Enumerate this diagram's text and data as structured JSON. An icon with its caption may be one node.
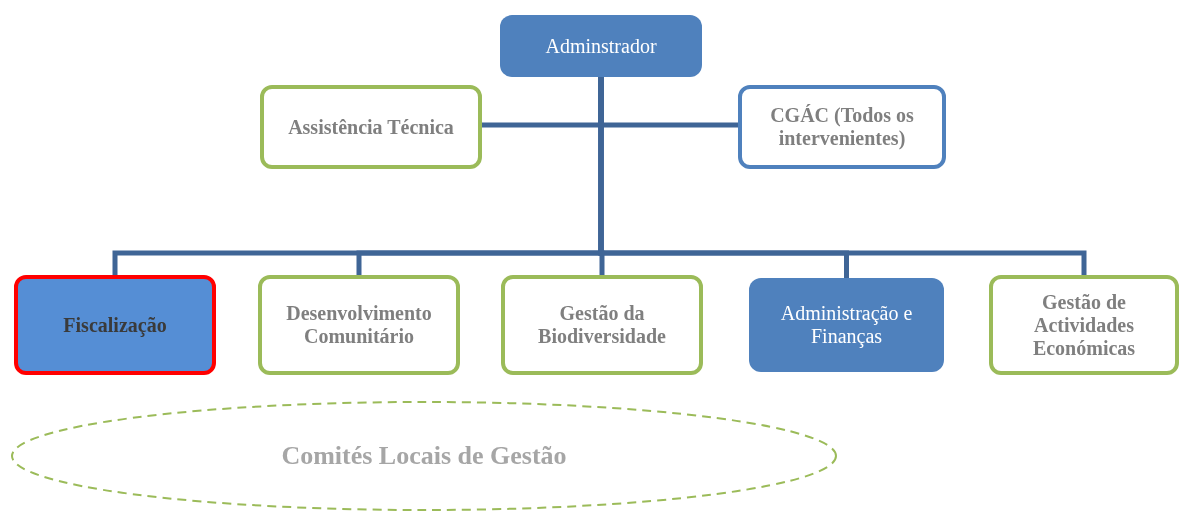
{
  "diagram": {
    "nodes": [
      {
        "text": [
          "Adminstrador"
        ]
      },
      {
        "text": [
          "Assistência Técnica"
        ]
      },
      {
        "text": [
          "CGÁC (Todos os intervenientes)"
        ]
      },
      {
        "text": [
          "Fiscalização"
        ]
      },
      {
        "text": [
          "Desenvolvimento Comunitário"
        ]
      },
      {
        "text": [
          "Gestão da Biodiversidade"
        ]
      },
      {
        "text": [
          "Administração e Finanças"
        ]
      },
      {
        "text": [
          "Gestão de Actividades Económicas"
        ]
      },
      {
        "text": [
          "Comités Locais de Gestão"
        ]
      }
    ],
    "edges": [
      {
        "from": 0,
        "to": 1,
        "arrow": "none"
      },
      {
        "from": 0,
        "to": 2,
        "arrow": "none"
      },
      {
        "from": 0,
        "to": 3,
        "arrow": "none"
      },
      {
        "from": 0,
        "to": 4,
        "arrow": "none"
      },
      {
        "from": 0,
        "to": 5,
        "arrow": "none"
      },
      {
        "from": 0,
        "to": 6,
        "arrow": "none"
      },
      {
        "from": 0,
        "to": 7,
        "arrow": "none"
      }
    ]
  }
}
